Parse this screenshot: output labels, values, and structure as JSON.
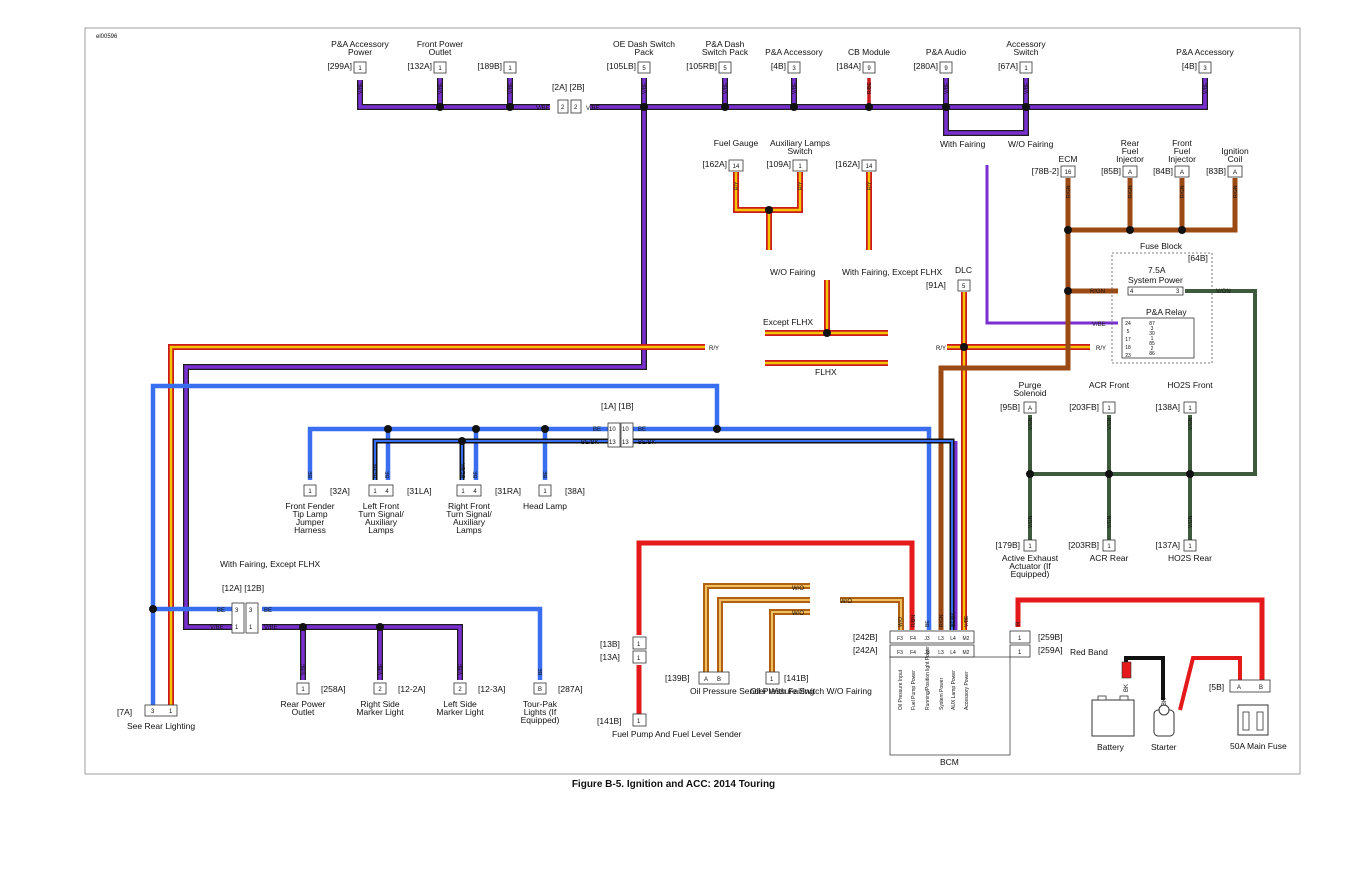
{
  "diagram_id": "el00596",
  "caption": "Figure B-5. Ignition and ACC: 2014 Touring",
  "colors": {
    "violet_blue": "#6a1fb0",
    "blue": "#3a6ef0",
    "red": "#e41a1a",
    "red_yellow": "#f5b800",
    "brown": "#9b4a14",
    "violet_green": "#3d5a3c",
    "black": "#111111",
    "white_orange": "#f0a020",
    "red_green": "#8b5a1a"
  },
  "top_connectors": [
    {
      "name": "P&A Accessory Power",
      "id": "[299A]",
      "pin": "1",
      "wire": "V/BE"
    },
    {
      "name": "Front Power Outlet",
      "id": "[132A]",
      "pin": "1",
      "wire": "V/BE"
    },
    {
      "name": "",
      "id": "[189B]",
      "pin": "1",
      "wire": "V/BE"
    },
    {
      "name": "OE Dash Switch Pack",
      "id": "[105LB]",
      "pin": "5",
      "wire": "V/BE"
    },
    {
      "name": "P&A Dash Switch Pack",
      "id": "[105RB]",
      "pin": "5",
      "wire": "V/BE"
    },
    {
      "name": "P&A Accessory",
      "id": "[4B]",
      "pin": "3",
      "wire": "V/BE"
    },
    {
      "name": "CB Module",
      "id": "[184A]",
      "pin": "9",
      "wire": "R/BE"
    },
    {
      "name": "P&A Audio",
      "id": "[280A]",
      "pin": "9",
      "wire": "V/BE"
    },
    {
      "name": "Accessory Switch",
      "id": "[67A]",
      "pin": "1",
      "wire": "V/BE"
    },
    {
      "name": "P&A Accessory",
      "id": "[4B]",
      "pin": "3",
      "wire": "V/BE"
    }
  ],
  "splice_2": {
    "id": "[2A] [2B]",
    "pins": [
      "2",
      "2"
    ],
    "wire": "V/BE"
  },
  "fairing": {
    "with": "With Fairing",
    "without": "W/O Fairing"
  },
  "gauges": [
    {
      "name": "Fuel Gauge",
      "id": "[162A]",
      "pin": "14",
      "wire": "R/Y"
    },
    {
      "name": "Auxiliary Lamps Switch",
      "id": "[109A]",
      "pin": "1",
      "wire": "R/Y"
    },
    {
      "name": "",
      "id": "[162A]",
      "pin": "14",
      "wire": "R/Y"
    }
  ],
  "wo_fairing_label": "W/O Fairing",
  "with_fairing_flhx": "With Fairing, Except FLHX",
  "except_flhx": "Except FLHX",
  "flhx": "FLHX",
  "wire_ry": "R/Y",
  "ecm_group": [
    {
      "name": "ECM",
      "id": "[78B-2]",
      "pin": "16",
      "wire": "R/GN"
    },
    {
      "name": "Rear Fuel Injector",
      "id": "[85B]",
      "pin": "A",
      "wire": "R/GN"
    },
    {
      "name": "Front Fuel Injector",
      "id": "[84B]",
      "pin": "A",
      "wire": "R/GN"
    },
    {
      "name": "Ignition Coil",
      "id": "[83B]",
      "pin": "A",
      "wire": "R/GN"
    }
  ],
  "fuse_block": {
    "title": "Fuse Block",
    "id": "[64B]",
    "fuse": "7.5A",
    "fuse_name": "System Power",
    "fuse_pins": [
      "4",
      "3"
    ],
    "relay": "P&A Relay",
    "relay_pins_left": [
      "24",
      "5",
      "17",
      "18",
      "23"
    ],
    "relay_pins_right": [
      "87",
      "3",
      "30",
      "1",
      "85",
      "2",
      "86"
    ],
    "wire_in": "R/GN",
    "wire_out": "V/GN",
    "wire_vbe": "V/BE",
    "wire_ry": "R/Y"
  },
  "dlc": {
    "name": "DLC",
    "id": "[91A]",
    "pin": "5",
    "wire": "R/Y"
  },
  "sensors_top": [
    {
      "name": "Purge Solenoid",
      "id": "[95B]",
      "pin": "A",
      "wire": "V/GN"
    },
    {
      "name": "ACR Front",
      "id": "[203FB]",
      "pin": "1",
      "wire": "V/GN"
    },
    {
      "name": "HO2S Front",
      "id": "[138A]",
      "pin": "1",
      "wire": "V/GN"
    }
  ],
  "sensors_bottom": [
    {
      "name": "Active Exhaust Actuator (If Equipped)",
      "id": "[179B]",
      "pin": "1",
      "wire": "V/GN"
    },
    {
      "name": "ACR Rear",
      "id": "[203RB]",
      "pin": "1",
      "wire": "V/GN"
    },
    {
      "name": "HO2S Rear",
      "id": "[137A]",
      "pin": "1",
      "wire": "V/GN"
    }
  ],
  "splice_1": {
    "id": "[1A] [1B]",
    "pins": [
      "10",
      "10",
      "13",
      "13"
    ],
    "wires": [
      "BE",
      "BE/BK"
    ]
  },
  "lighting": [
    {
      "name": "Front Fender Tip Lamp Jumper Harness",
      "id": "[32A]",
      "pin": "1",
      "wire": "BE"
    },
    {
      "name": "Left Front Turn Signal/ Auxiliary Lamps",
      "id": "[31LA]",
      "pins": [
        "1",
        "4"
      ],
      "wires": [
        "BE/BK",
        "BE"
      ]
    },
    {
      "name": "Right Front Turn Signal/ Auxiliary Lamps",
      "id": "[31RA]",
      "pins": [
        "1",
        "4"
      ],
      "wires": [
        "BE/BK",
        "BE"
      ]
    },
    {
      "name": "Head Lamp",
      "id": "[38A]",
      "pin": "1",
      "wire": "BE"
    }
  ],
  "splice_12": {
    "title": "With Fairing, Except FLHX",
    "id": "[12A] [12B]",
    "pins": [
      "3",
      "3",
      "1",
      "1"
    ],
    "wires": [
      "BE",
      "V/BE"
    ]
  },
  "rear": [
    {
      "name": "Rear Power Outlet",
      "id": "[258A]",
      "pin": "1",
      "wire": "V/BE"
    },
    {
      "name": "Right Side Marker Light",
      "id": "[12-2A]",
      "pin": "2",
      "wire": "V/BE"
    },
    {
      "name": "Left Side Marker Light",
      "id": "[12-3A]",
      "pin": "2",
      "wire": "V/BE"
    },
    {
      "name": "Tour-Pak Lights (If Equipped)",
      "id": "[287A]",
      "pin": "B",
      "wire": "BE"
    }
  ],
  "rear_lighting": {
    "name": "See Rear Lighting",
    "id": "[7A]",
    "pins": [
      "3",
      "1"
    ],
    "wires": [
      "BE",
      "R/Y"
    ]
  },
  "fuel_pump": {
    "name": "Fuel Pump And Fuel Level Sender",
    "connectors": [
      {
        "id": "[13B]",
        "pin": "1"
      },
      {
        "id": "[13A]",
        "pin": "1"
      },
      {
        "id": "[141B]",
        "pin": "1"
      }
    ],
    "wire": "R/BN"
  },
  "oil": [
    {
      "name": "Oil Pressure Sender With Fairing",
      "id": "[139B]",
      "pins": [
        "A",
        "B"
      ],
      "wire": "W/O"
    },
    {
      "name": "Oil Pressure Switch W/O Fairing",
      "id": "[141B]",
      "pin": "1",
      "wire": "W/O"
    }
  ],
  "wo_label": "W/O",
  "bcm": {
    "name": "BCM",
    "ids": [
      "[242B]",
      "[242A]"
    ],
    "pins": [
      "F3",
      "F4",
      "J3",
      "L3",
      "L4",
      "M2"
    ],
    "functions": [
      "Oil Pressure Input",
      "Fuel Pump Power",
      "Running/Position light Power",
      "System Power",
      "AUX Lamp Power",
      "Accessory Power"
    ],
    "wires": [
      "W/O",
      "R/BN",
      "BE",
      "R/GN",
      "BE/BK",
      "V/BE"
    ]
  },
  "power": {
    "connector_ids": [
      "[259B]",
      "[259A]"
    ],
    "pin": "1",
    "wire": "R",
    "red_band": "Red Band",
    "battery": "Battery",
    "starter": "Starter",
    "fuse_id": "[5B]",
    "fuse_pins": [
      "A",
      "B"
    ],
    "main_fuse": "50A Main Fuse",
    "wire_bk": "BK"
  }
}
